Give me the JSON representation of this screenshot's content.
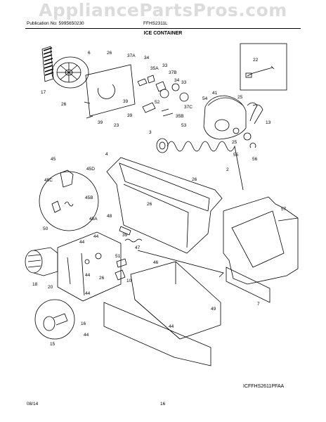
{
  "watermark": "AppliancePartsPros.com",
  "header": {
    "publication": "Publication No: 5995650230",
    "model": "FFHS2311L",
    "title": "ICE CONTAINER"
  },
  "diagram_code": "ICFFHS2611PFAA",
  "footer": {
    "date": "08/14",
    "page": "16"
  },
  "parts": [
    {
      "id": "p6",
      "text": "6"
    },
    {
      "id": "p26a",
      "text": "26"
    },
    {
      "id": "p37A",
      "text": "37A"
    },
    {
      "id": "p34a",
      "text": "34"
    },
    {
      "id": "p33a",
      "text": "33"
    },
    {
      "id": "p35A",
      "text": "35A"
    },
    {
      "id": "p37B",
      "text": "37B"
    },
    {
      "id": "p33b",
      "text": "33"
    },
    {
      "id": "p34b",
      "text": "34"
    },
    {
      "id": "p17",
      "text": "17"
    },
    {
      "id": "p26b",
      "text": "26"
    },
    {
      "id": "p39a",
      "text": "39"
    },
    {
      "id": "p52",
      "text": "52"
    },
    {
      "id": "p37C",
      "text": "37C"
    },
    {
      "id": "p54",
      "text": "54"
    },
    {
      "id": "p41",
      "text": "41"
    },
    {
      "id": "p25a",
      "text": "25"
    },
    {
      "id": "p39b",
      "text": "39"
    },
    {
      "id": "p39c",
      "text": "39"
    },
    {
      "id": "p23",
      "text": "23"
    },
    {
      "id": "p35B",
      "text": "35B"
    },
    {
      "id": "p53",
      "text": "53"
    },
    {
      "id": "p13",
      "text": "13"
    },
    {
      "id": "p3",
      "text": "3"
    },
    {
      "id": "p25b",
      "text": "25"
    },
    {
      "id": "p55",
      "text": "55"
    },
    {
      "id": "p56",
      "text": "56"
    },
    {
      "id": "p22",
      "text": "22"
    },
    {
      "id": "p45",
      "text": "45"
    },
    {
      "id": "p4",
      "text": "4"
    },
    {
      "id": "p2",
      "text": "2"
    },
    {
      "id": "p45C",
      "text": "45C"
    },
    {
      "id": "p45D",
      "text": "45D"
    },
    {
      "id": "p26c",
      "text": "26"
    },
    {
      "id": "p45B",
      "text": "45B"
    },
    {
      "id": "p26d",
      "text": "26"
    },
    {
      "id": "p57",
      "text": "57"
    },
    {
      "id": "p48",
      "text": "48"
    },
    {
      "id": "p45A",
      "text": "45A"
    },
    {
      "id": "p50",
      "text": "50"
    },
    {
      "id": "p44a",
      "text": "44"
    },
    {
      "id": "p44b",
      "text": "44"
    },
    {
      "id": "p39d",
      "text": "39"
    },
    {
      "id": "p47",
      "text": "47"
    },
    {
      "id": "p51",
      "text": "51"
    },
    {
      "id": "p46",
      "text": "46"
    },
    {
      "id": "p18",
      "text": "18"
    },
    {
      "id": "p20",
      "text": "20"
    },
    {
      "id": "p44c",
      "text": "44"
    },
    {
      "id": "p26e",
      "text": "26"
    },
    {
      "id": "p10",
      "text": "10"
    },
    {
      "id": "p44d",
      "text": "44"
    },
    {
      "id": "p7",
      "text": "7"
    },
    {
      "id": "p49",
      "text": "49"
    },
    {
      "id": "p16",
      "text": "16"
    },
    {
      "id": "p44e",
      "text": "44"
    },
    {
      "id": "p15",
      "text": "15"
    },
    {
      "id": "p44f",
      "text": "44"
    }
  ]
}
